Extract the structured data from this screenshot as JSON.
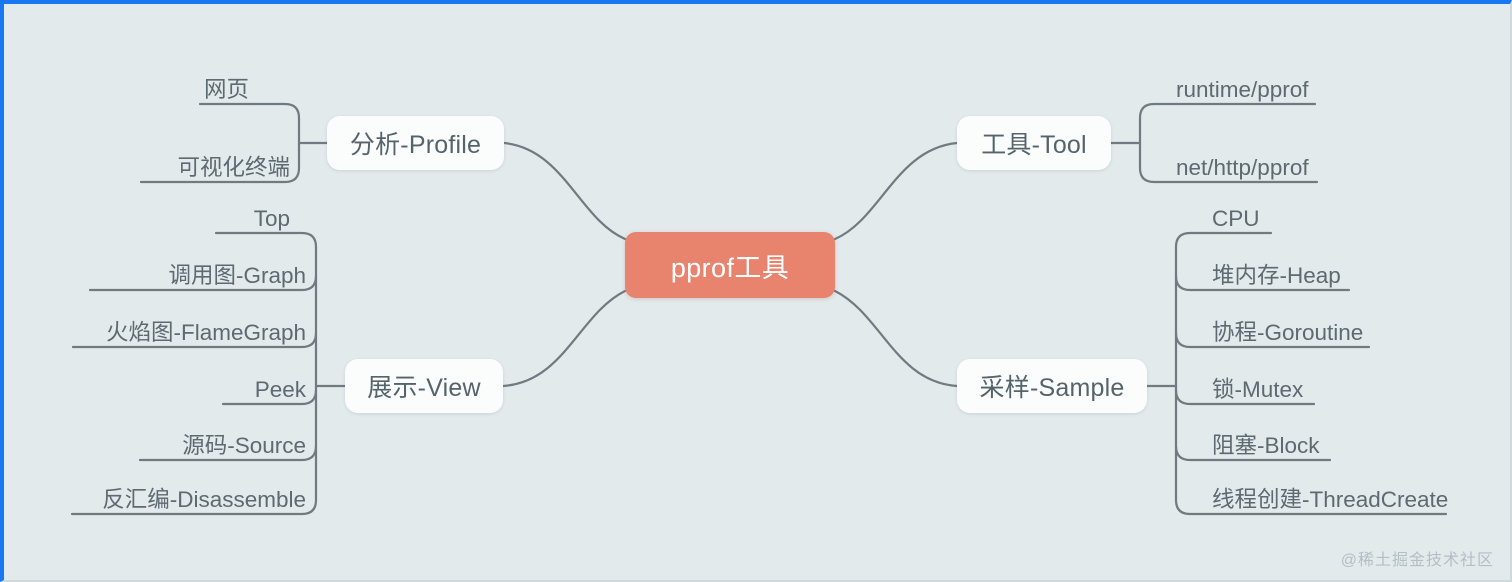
{
  "diagram": {
    "title": "pprof工具 mind map",
    "root": {
      "label": "pprof工具"
    },
    "watermark": "@稀土掘金技术社区",
    "colors": {
      "background": "#e3eaec",
      "root_fill": "#e8836e",
      "root_text": "#ffffff",
      "node_fill": "#fbfdfd",
      "node_text": "#55646b",
      "edge": "#6f7b80",
      "leaf_text": "#5d6a71",
      "accent_border": "#1877f2",
      "watermark_text": "#b3bfc5"
    },
    "branches": [
      {
        "id": "profile",
        "label": "分析-Profile",
        "side": "left",
        "leaves": [
          {
            "label": "网页"
          },
          {
            "label": "可视化终端"
          }
        ]
      },
      {
        "id": "view",
        "label": "展示-View",
        "side": "left",
        "leaves": [
          {
            "label": "Top"
          },
          {
            "label": "调用图-Graph"
          },
          {
            "label": "火焰图-FlameGraph"
          },
          {
            "label": "Peek"
          },
          {
            "label": "源码-Source"
          },
          {
            "label": "反汇编-Disassemble"
          }
        ]
      },
      {
        "id": "tool",
        "label": "工具-Tool",
        "side": "right",
        "leaves": [
          {
            "label": "runtime/pprof"
          },
          {
            "label": "net/http/pprof"
          }
        ]
      },
      {
        "id": "sample",
        "label": "采样-Sample",
        "side": "right",
        "leaves": [
          {
            "label": "CPU"
          },
          {
            "label": "堆内存-Heap"
          },
          {
            "label": "协程-Goroutine"
          },
          {
            "label": "锁-Mutex"
          },
          {
            "label": "阻塞-Block"
          },
          {
            "label": "线程创建-ThreadCreate"
          }
        ]
      }
    ]
  }
}
